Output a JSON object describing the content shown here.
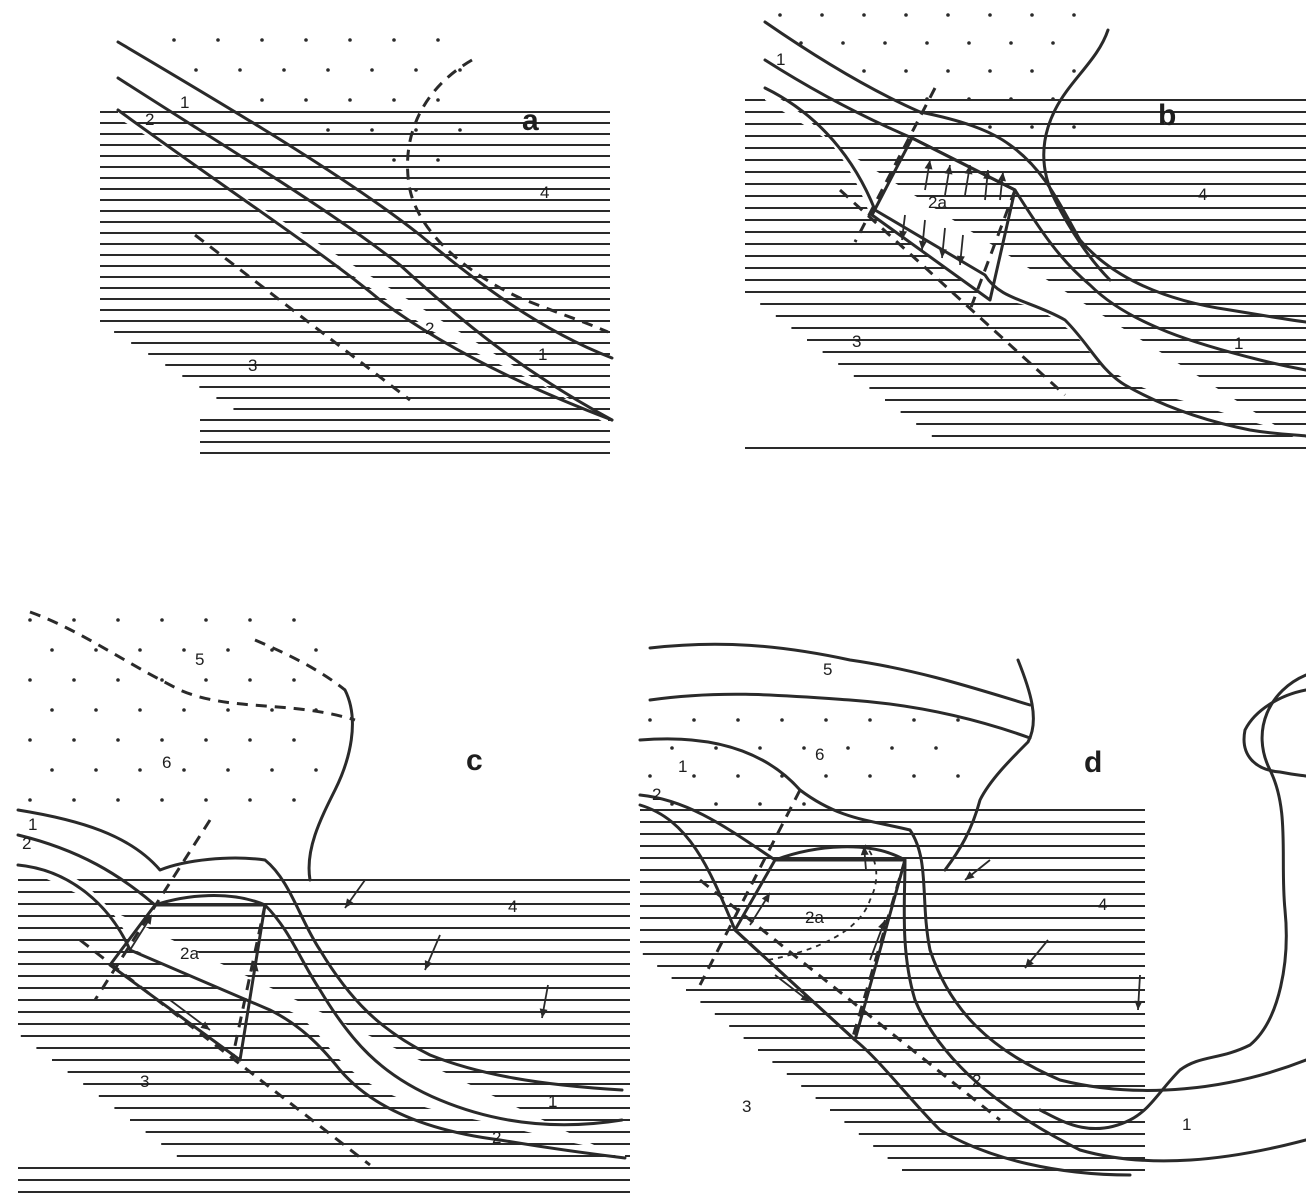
{
  "panels": [
    {
      "id": "a",
      "label": "a",
      "units": [
        "1",
        "2",
        "1",
        "2",
        "3",
        "4"
      ]
    },
    {
      "id": "b",
      "label": "b",
      "units": [
        "1",
        "2a",
        "3",
        "4",
        "1"
      ]
    },
    {
      "id": "c",
      "label": "c",
      "units": [
        "5",
        "6",
        "1",
        "2",
        "2a",
        "4",
        "3",
        "1",
        "2"
      ]
    },
    {
      "id": "d",
      "label": "d",
      "units": [
        "5",
        "6",
        "1",
        "2",
        "2a",
        "4",
        "3",
        "2",
        "1"
      ]
    }
  ]
}
